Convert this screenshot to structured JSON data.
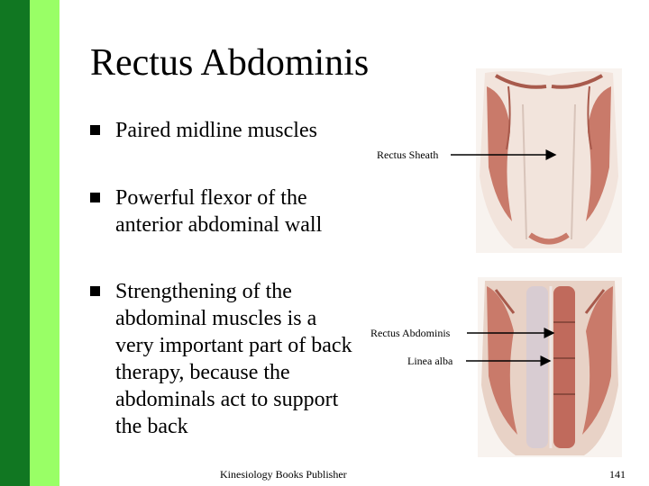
{
  "slide": {
    "title": "Rectus Abdominis",
    "bullets": [
      {
        "text": "Paired midline muscles"
      },
      {
        "text": "Powerful flexor of the anterior abdominal wall"
      },
      {
        "text": "Strengthening of the abdominal muscles is a very important part of back therapy, because the abdominals act to support the back"
      }
    ],
    "labels": {
      "rectus_sheath": "Rectus Sheath",
      "rectus_abdominis": "Rectus Abdominis",
      "linea_alba": "Linea alba"
    },
    "footer": {
      "publisher": "Kinesiology Books Publisher",
      "page_number": "141"
    }
  },
  "colors": {
    "stripe_light": "#99ff66",
    "stripe_mid": "#66bb44",
    "stripe_dark": "#117722",
    "muscle": "#c97a6a",
    "muscle_dark": "#a85a4c",
    "skin": "#f2e4dc"
  }
}
